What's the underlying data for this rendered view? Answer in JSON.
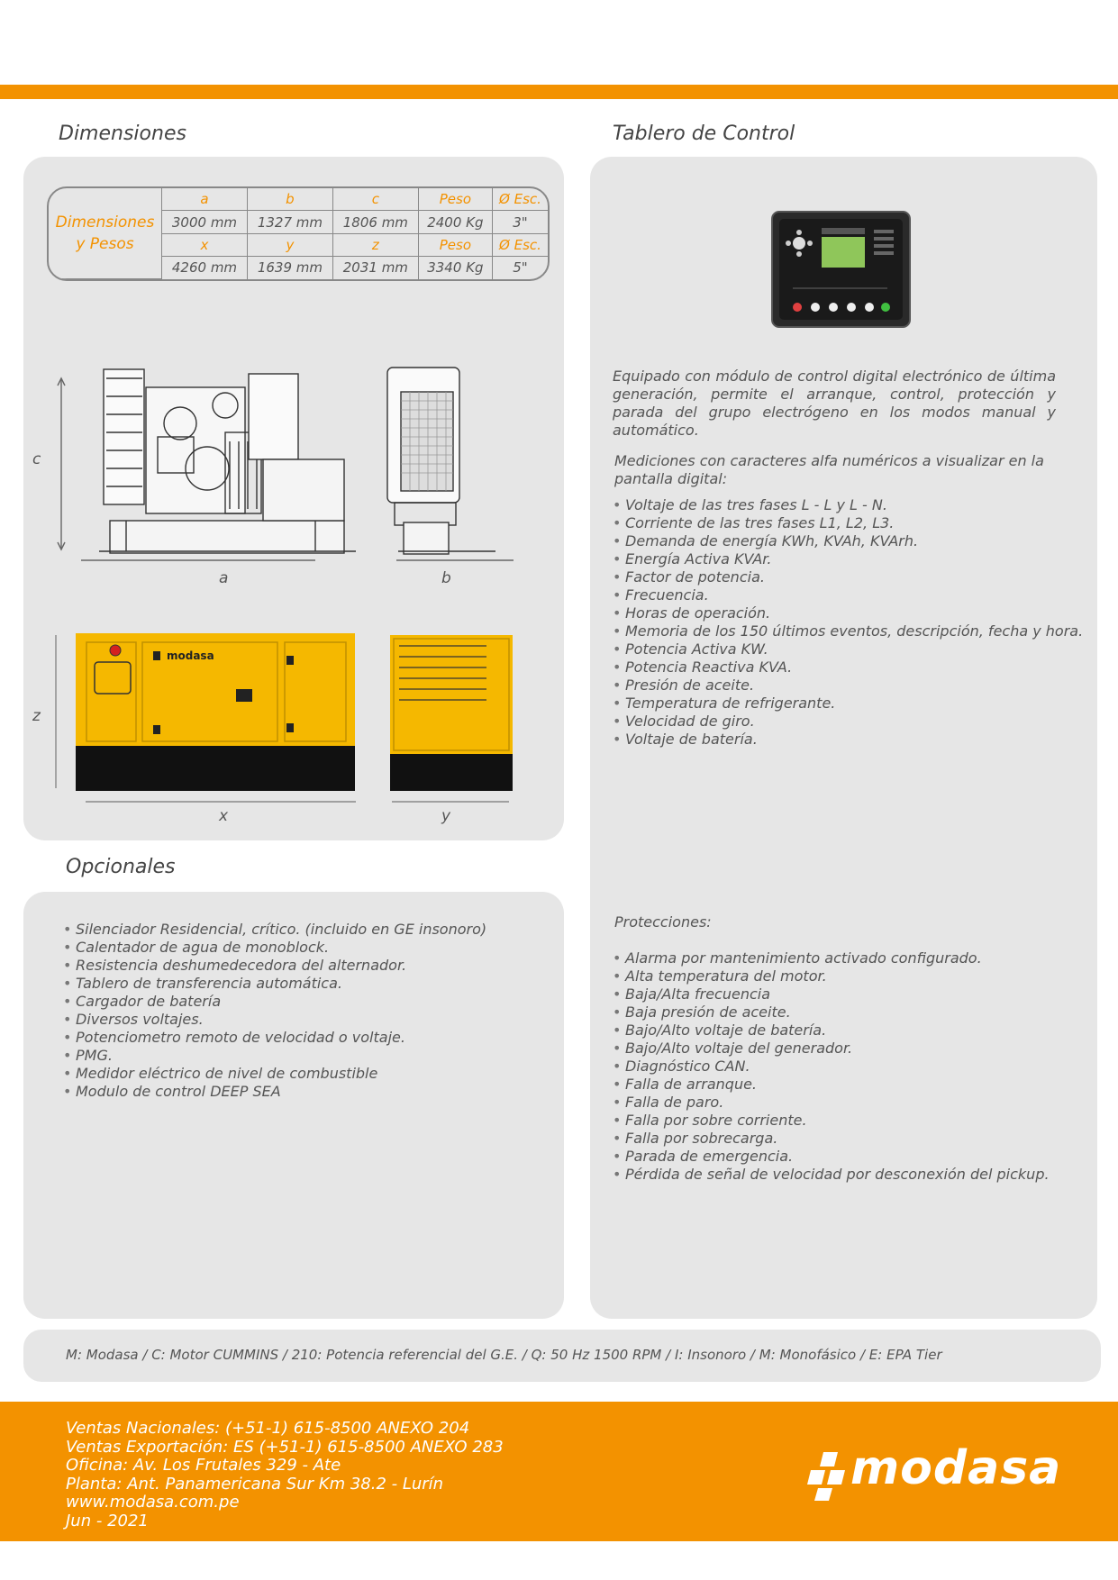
{
  "sections": {
    "dimensions_title": "Dimensiones",
    "control_title": "Tablero de Control",
    "optionals_title": "Opcionales"
  },
  "dim_table": {
    "row_header": "Dimensiones y Pesos",
    "header1": [
      "a",
      "b",
      "c",
      "Peso",
      "Ø Esc."
    ],
    "values1": [
      "3000 mm",
      "1327 mm",
      "1806 mm",
      "2400 Kg",
      "3\""
    ],
    "header2": [
      "x",
      "y",
      "z",
      "Peso",
      "Ø Esc."
    ],
    "values2": [
      "4260 mm",
      "1639 mm",
      "2031 mm",
      "3340 Kg",
      "5\""
    ]
  },
  "drawing_labels": {
    "c": "c",
    "a": "a",
    "b": "b",
    "z": "z",
    "x": "x",
    "y": "y"
  },
  "enclosure_brand": "modasa",
  "control": {
    "description": "Equipado con módulo de control digital electrónico de última generación, permite el arranque, control, protección y parada del grupo electrógeno en los modos manual y automático.",
    "measure_intro": "Mediciones con caracteres alfa numéricos a visualizar en la pantalla digital:",
    "measurements": [
      "Voltaje de las tres fases L - L y L - N.",
      "Corriente de las tres fases L1, L2, L3.",
      "Demanda de energía KWh, KVAh, KVArh.",
      "Energía Activa KVAr.",
      "Factor de potencia.",
      "Frecuencia.",
      "Horas de operación.",
      "Memoria de los 150 últimos eventos, descripción, fecha y hora.",
      "Potencia Activa KW.",
      "Potencia Reactiva KVA.",
      "Presión de aceite.",
      "Temperatura de refrigerante.",
      "Velocidad de giro.",
      "Voltaje de batería."
    ],
    "protections_title": "Protecciones:",
    "protections": [
      "Alarma por mantenimiento activado configurado.",
      "Alta temperatura del motor.",
      "Baja/Alta frecuencia",
      "Baja presión de aceite.",
      "Bajo/Alto voltaje de batería.",
      "Bajo/Alto voltaje del generador.",
      "Diagnóstico CAN.",
      "Falla de arranque.",
      "Falla de paro.",
      "Falla por sobre corriente.",
      "Falla por sobrecarga.",
      "Parada de emergencia.",
      "Pérdida de señal de velocidad por desconexión del pickup."
    ]
  },
  "optionals": [
    "Silenciador Residencial, crítico. (incluido en GE insonoro)",
    "Calentador de agua de monoblock.",
    "Resistencia deshumedecedora del alternador.",
    "Tablero de transferencia automática.",
    "Cargador de batería",
    "Diversos voltajes.",
    "Potenciometro remoto de velocidad o voltaje.",
    "PMG.",
    "Medidor eléctrico de nivel de combustible",
    "Modulo de control DEEP SEA"
  ],
  "footnote": "M: Modasa / C: Motor CUMMINS / 210: Potencia referencial del G.E. / Q: 50 Hz 1500 RPM / I: Insonoro / M: Monofásico / E: EPA Tier",
  "footer": {
    "lines": [
      "Ventas Nacionales: (+51-1) 615-8500 ANEXO 204",
      "Ventas Exportación: ES (+51-1) 615-8500 ANEXO 283",
      "Oficina: Av. Los Frutales 329 - Ate",
      "Planta: Ant. Panamericana Sur Km 38.2 - Lurín",
      "www.modasa.com.pe",
      "Jun - 2021"
    ],
    "logo_text": "modasa"
  },
  "colors": {
    "brand_orange": "#f39200",
    "panel_gray": "#e6e6e6",
    "enclosure_yellow": "#f5b800"
  }
}
